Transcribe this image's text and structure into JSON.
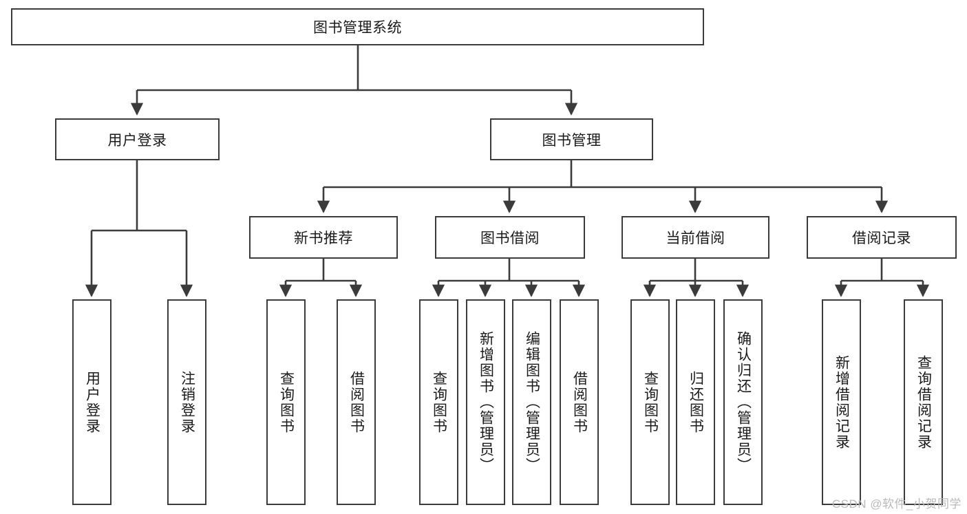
{
  "diagram": {
    "title": "图书管理系统",
    "type": "hierarchy-tree",
    "levels": 4,
    "colors": {
      "stroke": "#3b3b3b",
      "fill": "#ffffff",
      "text": "#1a1a1a",
      "watermark": "#b9b9b9"
    },
    "nodes": {
      "root": {
        "label": "图书管理系统"
      },
      "level2": [
        {
          "label": "用户登录"
        },
        {
          "label": "图书管理"
        }
      ],
      "level3": [
        {
          "label": "新书推荐"
        },
        {
          "label": "图书借阅"
        },
        {
          "label": "当前借阅"
        },
        {
          "label": "借阅记录"
        }
      ],
      "leaves_user_login": [
        {
          "label": "用户登录"
        },
        {
          "label": "注销登录"
        }
      ],
      "leaves_new_book": [
        {
          "label": "查询图书"
        },
        {
          "label": "借阅图书"
        }
      ],
      "leaves_borrow": [
        {
          "label": "查询图书"
        },
        {
          "label": "新增图书（管理员）"
        },
        {
          "label": "编辑图书（管理员）"
        },
        {
          "label": "借阅图书"
        }
      ],
      "leaves_current": [
        {
          "label": "查询图书"
        },
        {
          "label": "归还图书"
        },
        {
          "label": "确认归还（管理员）"
        }
      ],
      "leaves_record": [
        {
          "label": "新增借阅记录"
        },
        {
          "label": "查询借阅记录"
        }
      ]
    },
    "watermark": "CSDN @软件_小贺同学"
  }
}
